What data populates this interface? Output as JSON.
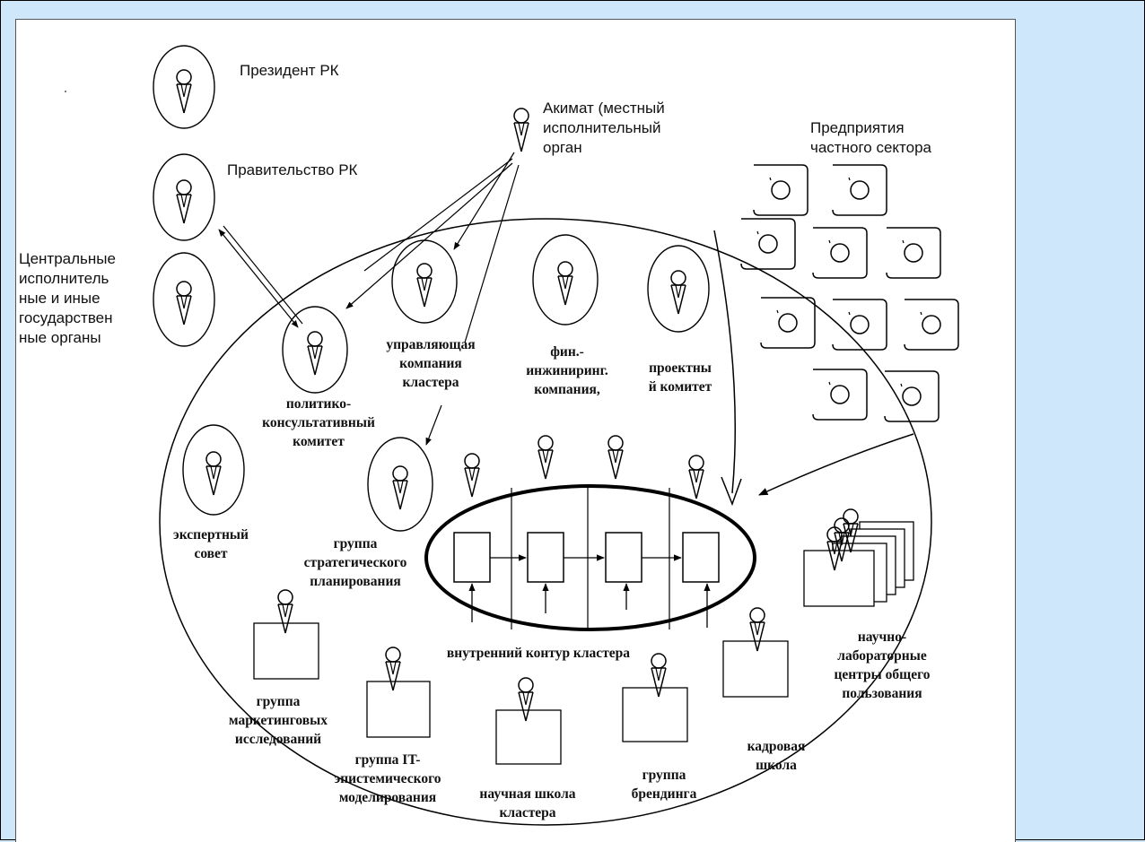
{
  "labels": {
    "president": "Президент РК",
    "government": "Правительство РК",
    "central_bodies": "Центральные\nисполнитель\nные и иные\nгосударствен\nные органы",
    "akimat": "Акимат (местный\nисполнительный\nорган",
    "private_sector": "Предприятия\nчастного сектора",
    "management_company": "управляющая\nкомпания\nкластера",
    "fin_engineering": "фин.-\nинжиниринг.\nкомпания,",
    "project_committee": "проектны\nй комитет",
    "policy_committee": "политико-\nконсультативный\nкомитет",
    "expert_council": "экспертный\nсовет",
    "strategic_planning": "группа\nстратегического\nпланирования",
    "inner_contour": "внутренний контур кластера",
    "marketing_group": "группа\nмаркетинговых\nисследований",
    "it_group": "группа IT-\nэпистемического\nмоделирования",
    "science_school": "научная школа\nкластера",
    "branding_group": "группа\nбрендинга",
    "personnel_school": "кадровая\nшкола",
    "lab_centers": "научно-\nлабораторные\nцентры общего\nпользования"
  }
}
